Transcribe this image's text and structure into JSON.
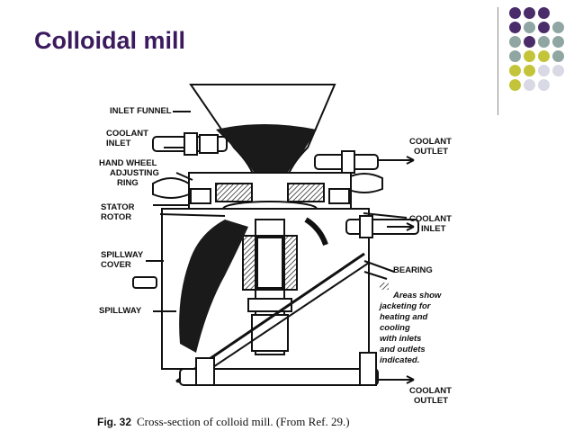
{
  "slide": {
    "title": "Colloidal mill",
    "accent": "#3b1b5e"
  },
  "labels": {
    "inlet_funnel": "INLET FUNNEL",
    "coolant_inlet_top_1": "COOLANT",
    "coolant_inlet_top_2": "INLET",
    "hand_wheel_1": "HAND WHEEL",
    "hand_wheel_2": "ADJUSTING",
    "hand_wheel_3": "RING",
    "stator": "STATOR",
    "rotor": "ROTOR",
    "spillway_cover_1": "SPILLWAY",
    "spillway_cover_2": "COVER",
    "spillway": "SPILLWAY",
    "coolant_outlet_top_1": "COOLANT",
    "coolant_outlet_top_2": "OUTLET",
    "coolant_inlet_right_1": "COOLANT",
    "coolant_inlet_right_2": "INLET",
    "bearing": "BEARING",
    "note_1": "Areas show",
    "note_2": "jacketing for",
    "note_3": "heating and",
    "note_4": "cooling",
    "note_5": "with inlets",
    "note_6": "and outlets",
    "note_7": "indicated.",
    "coolant_outlet_bottom_1": "COOLANT",
    "coolant_outlet_bottom_2": "OUTLET"
  },
  "caption": {
    "fig": "Fig. 32",
    "text": "Cross-section of colloid mill. (From Ref. 29.)"
  },
  "decor_colors": [
    "#4a2c6b",
    "#8fa6a3",
    "#c4c43a",
    "#d9d9e6"
  ]
}
